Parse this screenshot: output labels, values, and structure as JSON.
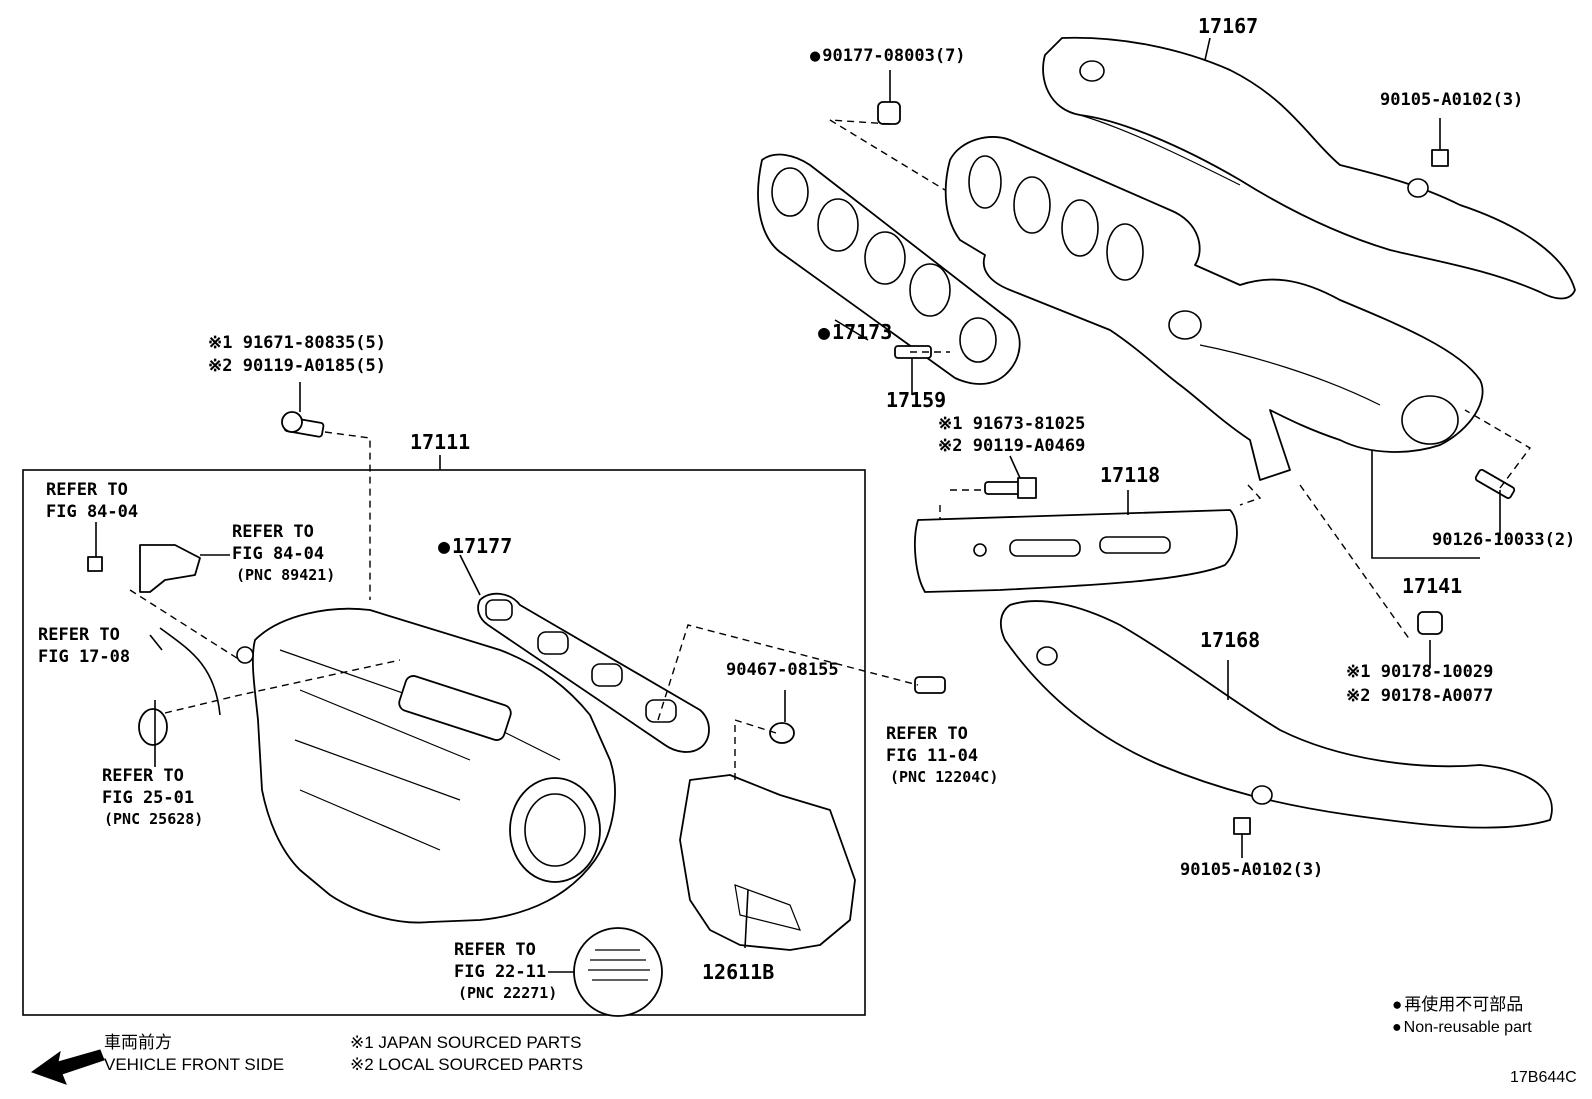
{
  "callouts": {
    "p17167": "17167",
    "p90177": "90177-08003(7)",
    "p90105_top": "90105-A0102(3)",
    "p17173": "17173",
    "p17159": "17159",
    "p17118": "17118",
    "s1_91673": "※1 91673-81025",
    "s2_90119_a0469": "※2 90119-A0469",
    "p90126": "90126-10033(2)",
    "p17141": "17141",
    "p17168": "17168",
    "s1_90178": "※1 90178-10029",
    "s2_90178": "※2 90178-A0077",
    "p90105_bottom": "90105-A0102(3)",
    "s1_91671": "※1 91671-80835(5)",
    "s2_90119_a0185": "※2 90119-A0185(5)",
    "p17111": "17111",
    "p17177": "17177",
    "p90467": "90467-08155",
    "p12611b": "12611B"
  },
  "refs": {
    "ref1_line1": "REFER TO",
    "ref1_line2": "FIG 84-04",
    "ref2_line1": "REFER TO",
    "ref2_line2": "FIG 84-04",
    "ref2_pnc": "(PNC 89421)",
    "ref3_line1": "REFER TO",
    "ref3_line2": "FIG 17-08",
    "ref4_line1": "REFER TO",
    "ref4_line2": "FIG 25-01",
    "ref4_pnc": "(PNC 25628)",
    "ref5_line1": "REFER TO",
    "ref5_line2": "FIG 11-04",
    "ref5_pnc": "(PNC 12204C)",
    "ref6_line1": "REFER TO",
    "ref6_line2": "FIG 22-11",
    "ref6_pnc": "(PNC 22271)"
  },
  "legend": {
    "non_reusable_jp": "再使用不可部品",
    "non_reusable_en": "Non-reusable part"
  },
  "footer": {
    "front_jp": "車両前方",
    "front_en": "VEHICLE FRONT SIDE",
    "note1": "※1 JAPAN SOURCED PARTS",
    "note2": "※2 LOCAL SOURCED PARTS",
    "figure_code": "17B644C"
  },
  "icons": {
    "arrow": "vehicle-front-arrow-icon",
    "bullet": "non-reusable-dot-icon"
  }
}
